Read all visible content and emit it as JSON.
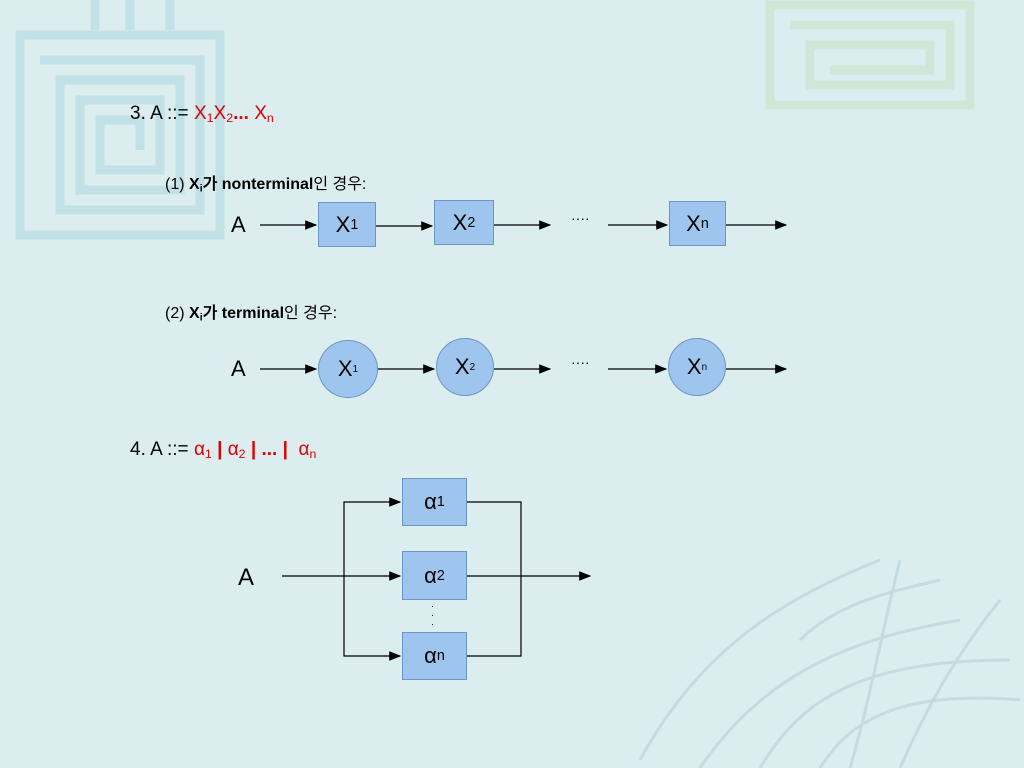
{
  "rule3": {
    "num": "3.",
    "lhs": "A ::=",
    "x": "X",
    "s1": "1",
    "s2": "2",
    "dots": "...",
    "sn": "n"
  },
  "case1": {
    "label": "(1)",
    "x": "X",
    "i": "i",
    "ga": "가",
    "kind": "nonterminal",
    "suffix": "인 경우:"
  },
  "case2": {
    "label": "(2)",
    "x": "X",
    "i": "i",
    "ga": "가",
    "kind": "terminal",
    "suffix": "인 경우:"
  },
  "diagram1": {
    "start": "A",
    "nodes": [
      {
        "base": "X",
        "sub": "1"
      },
      {
        "base": "X",
        "sub": "2"
      },
      {
        "base": "X",
        "sub": "n"
      }
    ],
    "dots": "····"
  },
  "diagram2": {
    "start": "A",
    "nodes": [
      {
        "base": "X",
        "sub": "1"
      },
      {
        "base": "X",
        "sub": "2"
      },
      {
        "base": "X",
        "sub": "n"
      }
    ],
    "dots": "····"
  },
  "rule4": {
    "num": "4.",
    "lhs": "A ::=",
    "alpha": "α",
    "s1": "1",
    "s2": "2",
    "sn": "n",
    "bar": "|",
    "dots": "..."
  },
  "diagram3": {
    "start": "A",
    "nodes": [
      {
        "base": "α",
        "sub": "1"
      },
      {
        "base": "α",
        "sub": "2"
      },
      {
        "base": "α",
        "sub": "n"
      }
    ],
    "vdots": "·\n·\n·"
  }
}
